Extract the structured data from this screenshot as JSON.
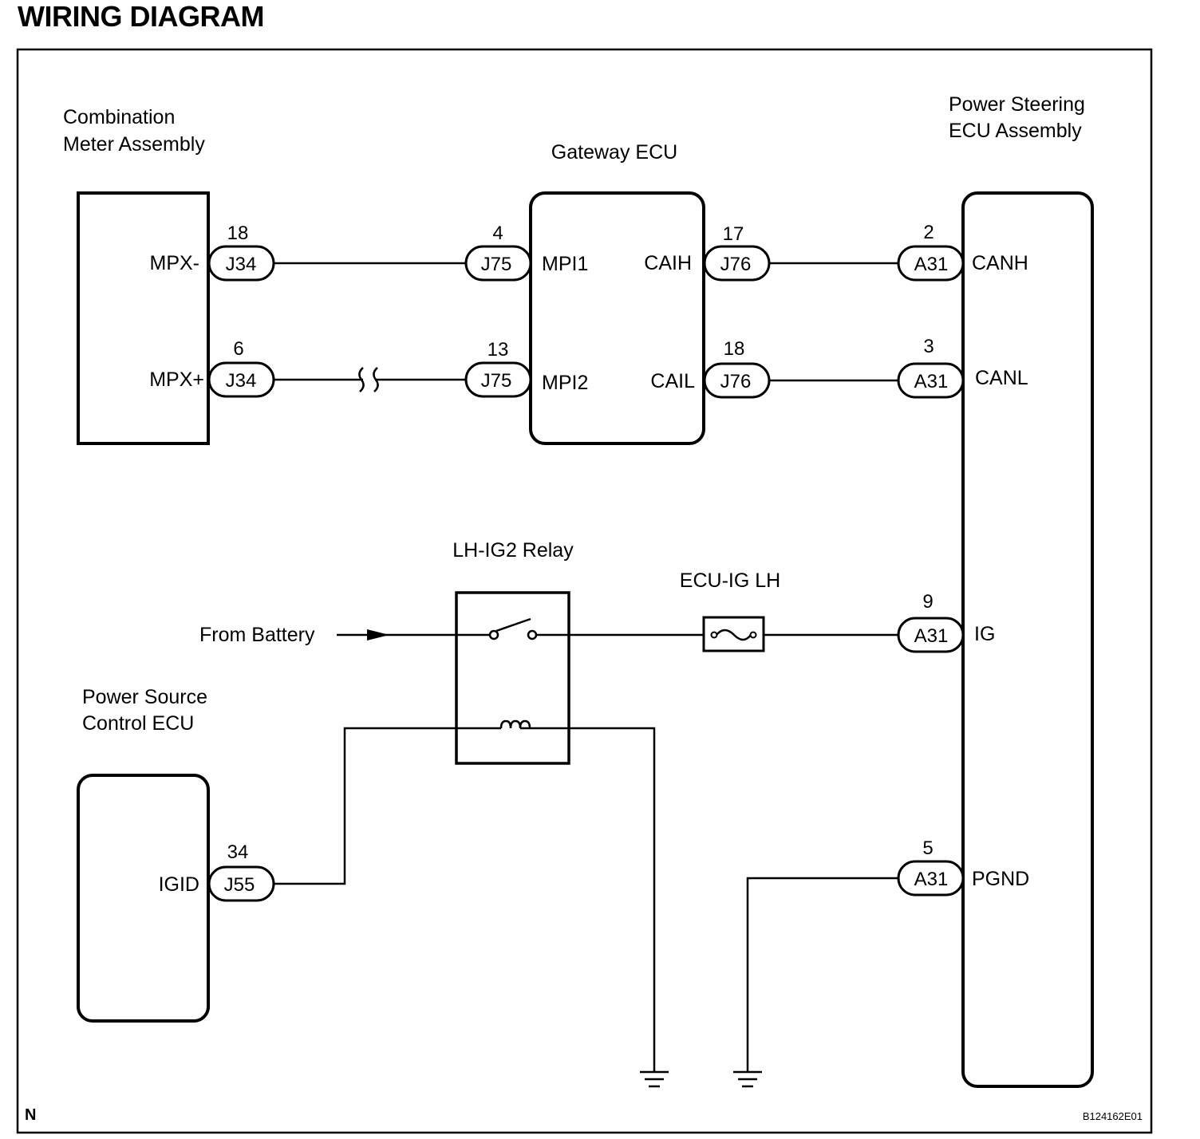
{
  "title": "WIRING DIAGRAM",
  "components": {
    "meter": {
      "line1": "Combination",
      "line2": "Meter Assembly"
    },
    "gateway": {
      "name": "Gateway ECU"
    },
    "ps_ecu": {
      "line1": "Power Steering",
      "line2": "ECU Assembly"
    },
    "relay": {
      "name": "LH-IG2 Relay"
    },
    "fuse": {
      "name": "ECU-IG LH"
    },
    "power_source": {
      "line1": "Power Source",
      "line2": "Control ECU"
    },
    "battery": {
      "label": "From Battery"
    }
  },
  "terminals": {
    "meter_mpxm": "MPX-",
    "meter_mpxp": "MPX+",
    "gw_mpi1": "MPI1",
    "gw_mpi2": "MPI2",
    "gw_caih": "CAIH",
    "gw_cail": "CAIL",
    "ps_canh": "CANH",
    "ps_canl": "CANL",
    "ps_ig": "IG",
    "ps_pgnd": "PGND",
    "psc_igid": "IGID"
  },
  "connectors": {
    "c1": {
      "id": "J34",
      "pin": "18"
    },
    "c2": {
      "id": "J34",
      "pin": "6"
    },
    "c3": {
      "id": "J75",
      "pin": "4"
    },
    "c4": {
      "id": "J75",
      "pin": "13"
    },
    "c5": {
      "id": "J76",
      "pin": "17"
    },
    "c6": {
      "id": "J76",
      "pin": "18"
    },
    "c7": {
      "id": "A31",
      "pin": "2"
    },
    "c8": {
      "id": "A31",
      "pin": "3"
    },
    "c9": {
      "id": "A31",
      "pin": "9"
    },
    "c10": {
      "id": "A31",
      "pin": "5"
    },
    "c11": {
      "id": "J55",
      "pin": "34"
    }
  },
  "footer": {
    "left": "N",
    "right": "B124162E01"
  }
}
